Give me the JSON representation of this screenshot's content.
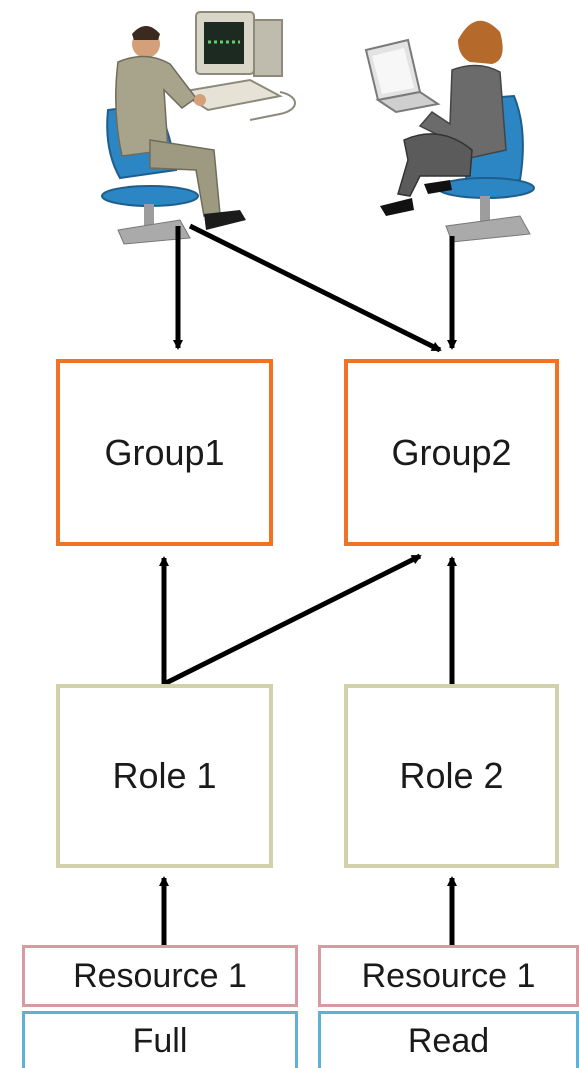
{
  "groups": [
    {
      "label": "Group1"
    },
    {
      "label": "Group2"
    }
  ],
  "roles": [
    {
      "label": "Role 1"
    },
    {
      "label": "Role 2"
    }
  ],
  "resources": [
    {
      "label": "Resource 1",
      "permission": "Full"
    },
    {
      "label": "Resource 1",
      "permission": "Read"
    }
  ],
  "colors": {
    "group_border": "#f07222",
    "role_border": "#d3d1ac",
    "resource_border": "#d79aa0",
    "permission_border": "#5fb1d6",
    "arrow": "#000000"
  },
  "icons": [
    "man-at-desktop-computer-icon",
    "woman-at-laptop-icon"
  ]
}
